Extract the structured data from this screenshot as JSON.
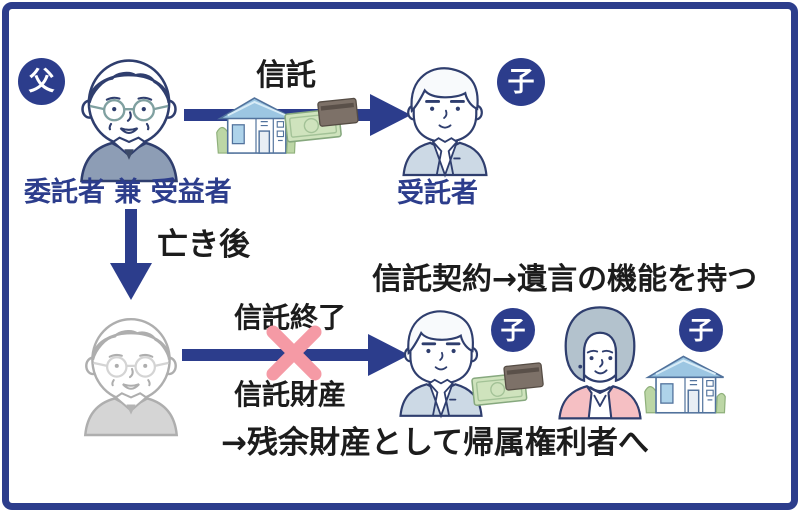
{
  "theme": {
    "navy": "#2c3d8c",
    "ink": "#1c1c1c",
    "cross_pink": "#f59aa5"
  },
  "badges": {
    "father": "父",
    "child": "子"
  },
  "labels": {
    "trust": "信託",
    "settlor_beneficiary": "委託者 兼 受益者",
    "trustee": "受託者",
    "after_death": "亡き後",
    "trust_end": "信託終了",
    "trust_assets": "信託財産",
    "contract_note": "信託契約→遺言の機能を持つ",
    "residual_note": "→残余財産として帰属権利者へ"
  },
  "icons": {
    "father": "elderly-man-illustration",
    "deceased_father": "elderly-man-faded-illustration",
    "son": "young-man-suit-illustration",
    "mother": "elderly-woman-illustration",
    "house": "house-illustration",
    "money": "banknote-and-card-illustration",
    "right_arrow": "navy-right-arrow",
    "down_arrow": "navy-down-arrow",
    "cross": "pink-x-mark"
  }
}
